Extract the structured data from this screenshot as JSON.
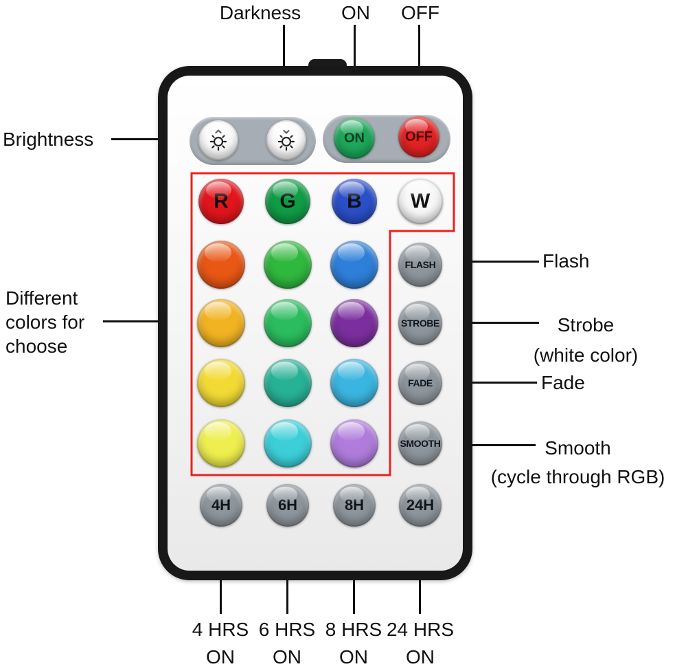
{
  "annotations": {
    "darkness": "Darkness",
    "on": "ON",
    "off": "OFF",
    "brightness": "Brightness",
    "colors_line1": "Different",
    "colors_line2": "colors for",
    "colors_line3": "choose",
    "flash": "Flash",
    "strobe": "Strobe",
    "strobe_sub": "(white color)",
    "fade": "Fade",
    "smooth": "Smooth",
    "smooth_sub": "(cycle through RGB)",
    "timer4": "4 HRS",
    "timer6": "6 HRS",
    "timer8": "8 HRS",
    "timer24": "24 HRS",
    "timer_on": "ON"
  },
  "remote": {
    "power_on": {
      "label": "ON",
      "color": "#1ca85b"
    },
    "power_off": {
      "label": "OFF",
      "color": "#e42222"
    },
    "letters": [
      {
        "label": "R",
        "color": "#e2151c"
      },
      {
        "label": "G",
        "color": "#109c46"
      },
      {
        "label": "B",
        "color": "#2a4fc9"
      },
      {
        "label": "W",
        "color": "#f7f7f7"
      }
    ],
    "color_grid": [
      [
        "#e95714",
        "#2fb83e",
        "#2e7fd9"
      ],
      [
        "#f2b322",
        "#2abc5e",
        "#7b2f9e"
      ],
      [
        "#f2da35",
        "#27b195",
        "#3ab5e0"
      ],
      [
        "#eeee4e",
        "#3ccfd8",
        "#af7cdc"
      ]
    ],
    "modes": [
      "FLASH",
      "STROBE",
      "FADE",
      "SMOOTH"
    ],
    "timers": [
      "4H",
      "6H",
      "8H",
      "24H"
    ]
  },
  "colors": {
    "outline": "#e8231e",
    "panel": "#a6adb4",
    "gray_button": "#8e969d"
  }
}
